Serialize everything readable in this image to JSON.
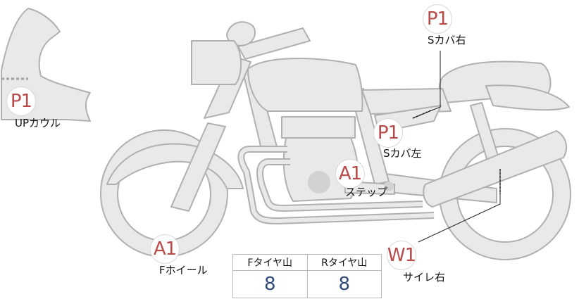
{
  "colors": {
    "marker_text": "#b84a4a",
    "tread_value": "#2f4a7a",
    "part_fill": "#e9e9e9",
    "part_stroke": "#b0b0b0"
  },
  "markers": {
    "up_cowl": {
      "code": "P1",
      "label": "UPカウル"
    },
    "s_cover_r": {
      "code": "P1",
      "label": "Sカバ右"
    },
    "s_cover_l": {
      "code": "P1",
      "label": "Sカバ左"
    },
    "step": {
      "code": "A1",
      "label": "ステップ"
    },
    "f_wheel": {
      "code": "A1",
      "label": "Fホイール"
    },
    "silencer_r": {
      "code": "W1",
      "label": "サイレ右"
    }
  },
  "tread_table": {
    "headers": [
      "Fタイヤ山",
      "Rタイヤ山"
    ],
    "values": [
      "8",
      "8"
    ]
  }
}
